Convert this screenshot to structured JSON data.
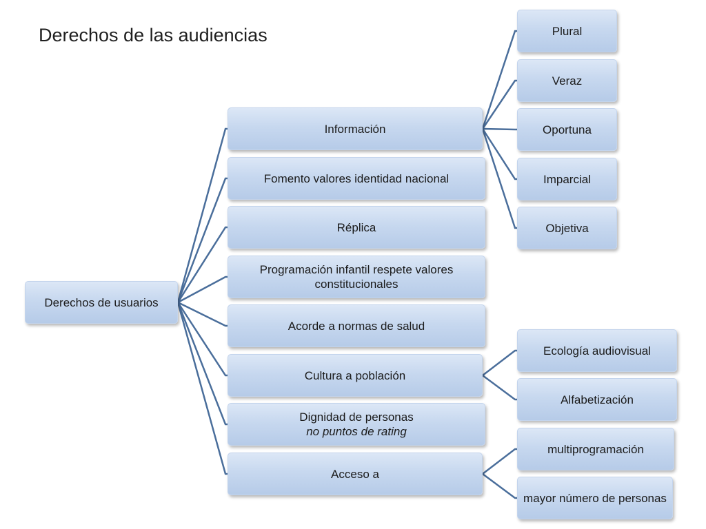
{
  "title": "Derechos de las audiencias",
  "diagram": {
    "root": "Derechos de usuarios",
    "level1": [
      {
        "label": "Información",
        "children": [
          "Plural",
          "Veraz",
          "Oportuna",
          "Imparcial",
          "Objetiva"
        ]
      },
      {
        "label": "Fomento valores identidad nacional"
      },
      {
        "label": "Réplica"
      },
      {
        "label_line1": "Programación infantil respete valores",
        "label_line2": "constitucionales"
      },
      {
        "label": "Acorde a normas de salud"
      },
      {
        "label": "Cultura a población",
        "children": [
          "Ecología audiovisual",
          "Alfabetización"
        ]
      },
      {
        "label_line1": "Dignidad de personas",
        "label_line2": "no puntos de rating"
      },
      {
        "label": "Acceso a",
        "children": [
          "multiprogramación",
          "mayor número de personas"
        ]
      }
    ]
  },
  "colors": {
    "connector": "#4a6e9b",
    "node_fill_top": "#dce7f6",
    "node_fill_bottom": "#b6cbe8"
  }
}
